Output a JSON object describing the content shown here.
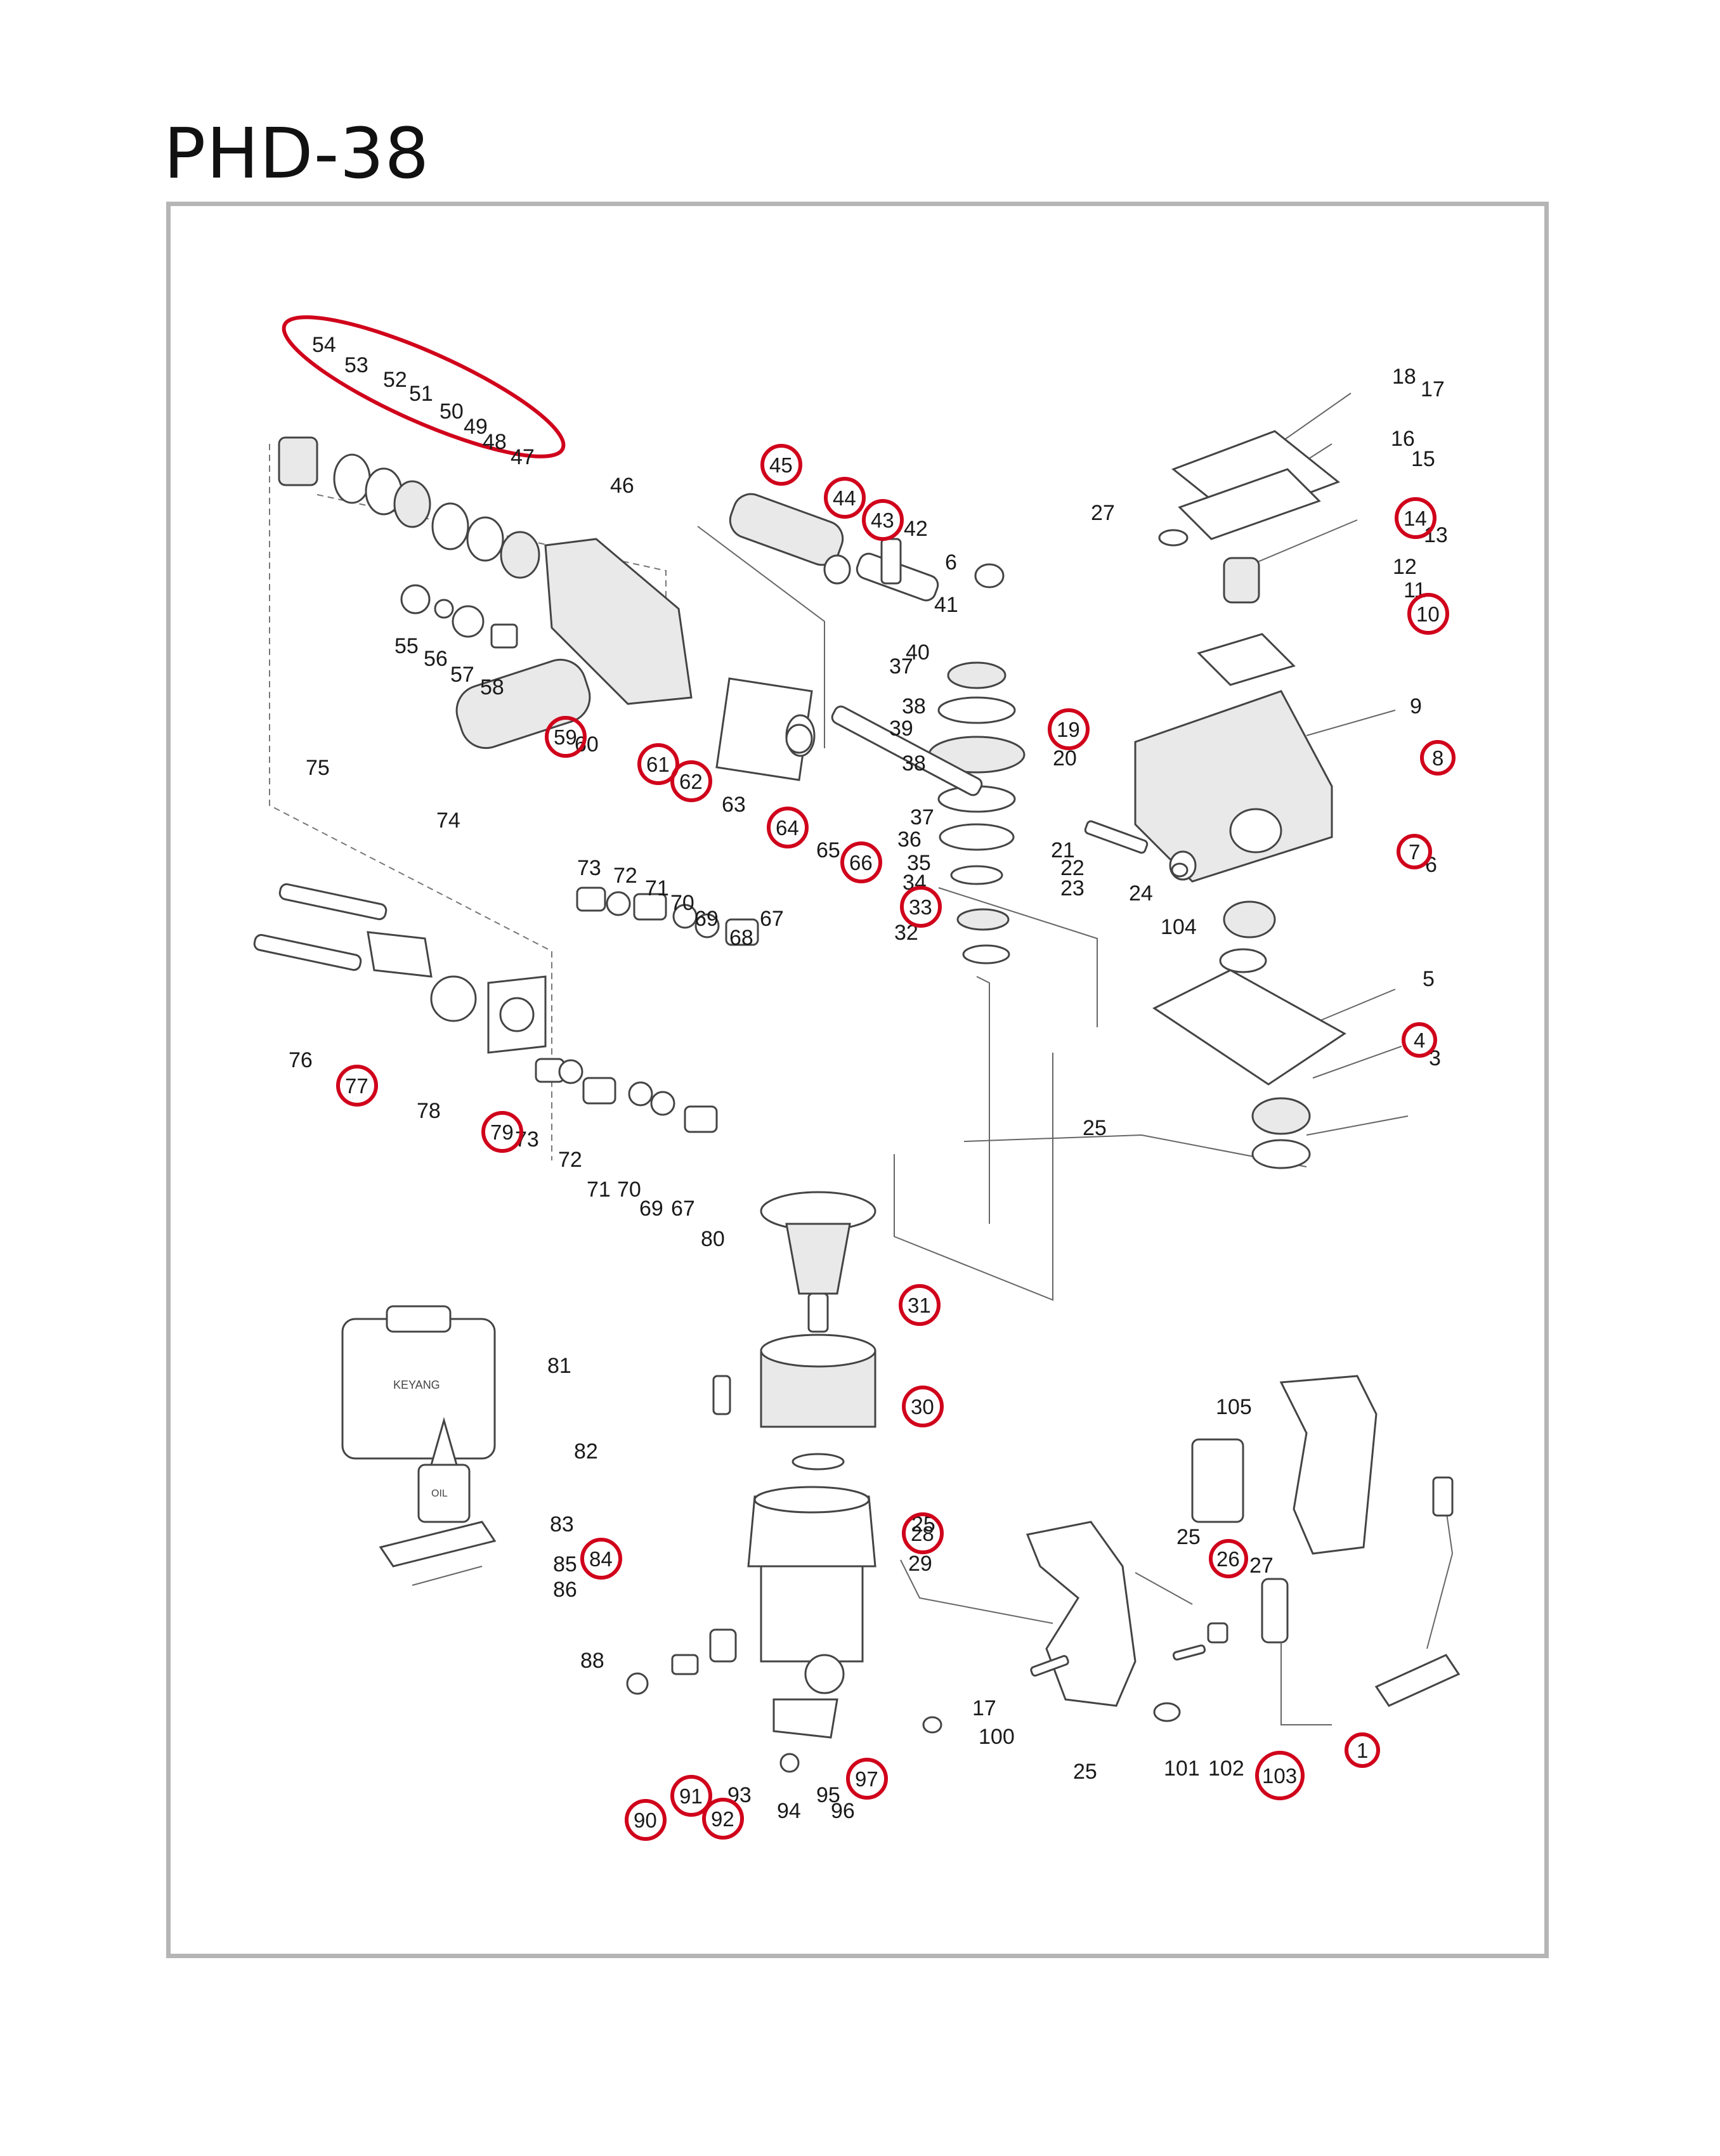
{
  "title": "PHD-38",
  "logo_text": "KEYANG",
  "oil_label": "OIL",
  "plain_labels": [
    "54",
    "53",
    "52",
    "51",
    "50",
    "49",
    "48",
    "47",
    "46",
    "42",
    "6",
    "41",
    "40",
    "37",
    "38",
    "39",
    "38",
    "37",
    "36",
    "35",
    "34",
    "32",
    "18",
    "17",
    "16",
    "15",
    "27",
    "13",
    "12",
    "11",
    "9",
    "20",
    "21",
    "22",
    "23",
    "24",
    "104",
    "6",
    "5",
    "3",
    "25",
    "55",
    "56",
    "57",
    "58",
    "60",
    "63",
    "65",
    "75",
    "74",
    "73",
    "72",
    "71",
    "70",
    "69",
    "68",
    "67",
    "76",
    "78",
    "73",
    "72",
    "71",
    "70",
    "69",
    "67",
    "80",
    "81",
    "82",
    "83",
    "85",
    "86",
    "88",
    "93",
    "94",
    "95",
    "96",
    "29",
    "25",
    "105",
    "27",
    "25",
    "17",
    "100",
    "25",
    "101",
    "102"
  ],
  "highlighted_labels": [
    "45",
    "44",
    "43",
    "14",
    "10",
    "19",
    "8",
    "7",
    "4",
    "59",
    "61",
    "62",
    "64",
    "66",
    "33",
    "77",
    "79",
    "31",
    "30",
    "28",
    "84",
    "26",
    "103",
    "1",
    "97",
    "91",
    "92",
    "90"
  ],
  "group_highlight": "54-47",
  "colors": {
    "highlight": "#d0021b",
    "frame": "#b5b5b5",
    "line": "#444444"
  }
}
